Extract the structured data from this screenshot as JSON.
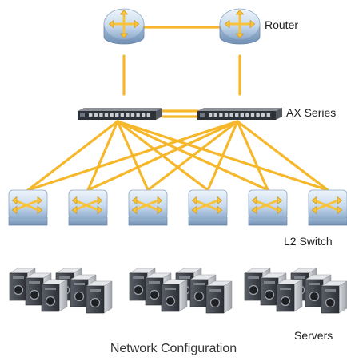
{
  "labels": {
    "router": "Router",
    "ax_series": "AX Series",
    "l2_switch": "L2 Switch",
    "servers": "Servers"
  },
  "caption": "Network Configuration",
  "colors": {
    "link": "#f6b82a",
    "device_blue_light": "#dbe8f6",
    "device_blue_dark": "#7f9ec0",
    "arrow_yellow": "#f7c33b",
    "appliance_dark": "#2d3138",
    "server_dark": "#3a3d43",
    "server_light": "#c7c9cd"
  },
  "icons": {
    "router": "router-icon",
    "appliance": "load-balancer-icon",
    "switch": "l2-switch-icon",
    "server_group": "server-group-icon"
  },
  "counts": {
    "routers": 2,
    "ax_devices": 2,
    "switches": 6,
    "server_groups": 3
  }
}
